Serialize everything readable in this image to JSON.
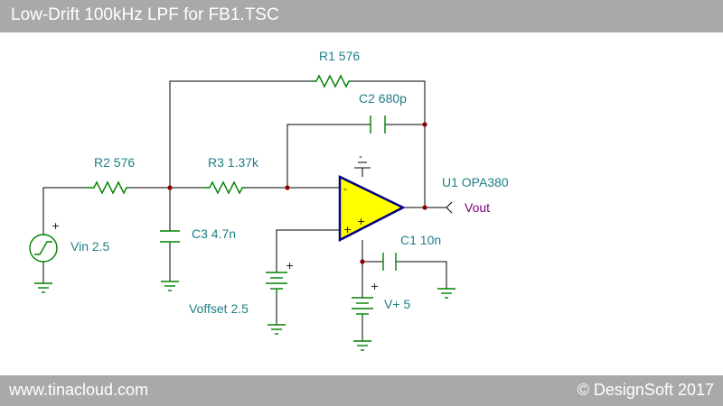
{
  "title": "Low-Drift 100kHz LPF for FB1.TSC",
  "footer": {
    "website": "www.tinacloud.com",
    "copyright": "© DesignSoft 2017"
  },
  "components": {
    "r1": "R1 576",
    "r2": "R2 576",
    "r3": "R3 1.37k",
    "c1": "C1 10n",
    "c2": "C2 680p",
    "c3": "C3 4.7n",
    "u1": "U1 OPA380",
    "vin": "Vin 2.5",
    "voffset": "Voffset 2.5",
    "vplus": "V+ 5",
    "vout": "Vout"
  },
  "colors": {
    "label": "#1e7f86",
    "output_label": "#800080",
    "opamp_fill": "#ffff00",
    "opamp_stroke": "#00008b",
    "wire": "#000000",
    "component": "#008000",
    "node": "#8b0000",
    "bar": "#a9a9a9"
  }
}
